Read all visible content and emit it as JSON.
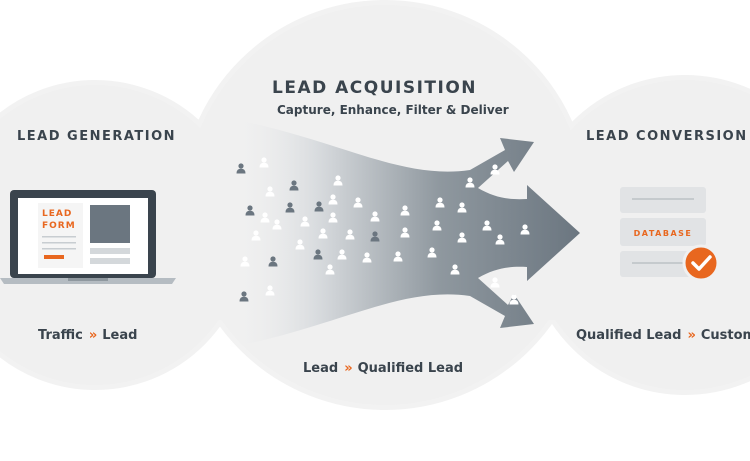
{
  "generation": {
    "title": "LEAD GENERATION",
    "form_title_line1": "LEAD",
    "form_title_line2": "FORM",
    "caption_from": "Traffic",
    "caption_to": "Lead"
  },
  "acquisition": {
    "title": "LEAD ACQUISITION",
    "subtitle": "Capture, Enhance, Filter & Deliver",
    "caption_from": "Lead",
    "caption_to": "Qualified Lead"
  },
  "conversion": {
    "title": "LEAD CONVERSION",
    "database_label": "DATABASE",
    "caption_from": "Qualified Lead",
    "caption_to": "Customer"
  },
  "separator_glyph": "»",
  "colors": {
    "accent": "#e8671f",
    "dark_text": "#3a444d",
    "cloud": "#f0f0f0",
    "arrow": "#6b7680",
    "person_dark": "#6b7680",
    "person_light": "#ffffff"
  },
  "icons": [
    "laptop-icon",
    "person-icon",
    "arrow-icon",
    "database-icon",
    "checkmark-icon"
  ]
}
